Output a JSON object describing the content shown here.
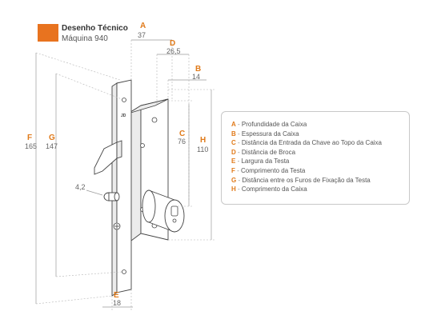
{
  "header": {
    "title": "Desenho Técnico",
    "subtitle": "Máquina 940",
    "accent_color": "#e8731f"
  },
  "dimensions": {
    "A": {
      "letter": "A",
      "value": "37"
    },
    "B": {
      "letter": "B",
      "value": "14"
    },
    "C": {
      "letter": "C",
      "value": "76"
    },
    "D": {
      "letter": "D",
      "value": "26,5"
    },
    "E": {
      "letter": "E",
      "value": "18"
    },
    "F": {
      "letter": "F",
      "value": "165"
    },
    "G": {
      "letter": "G",
      "value": "147"
    },
    "H": {
      "letter": "H",
      "value": "110"
    },
    "latch": {
      "value": "4,2"
    }
  },
  "part_marking": "JD",
  "legend": {
    "items": [
      {
        "letter": "A",
        "separator": "-",
        "text": "Profundidade da Caixa"
      },
      {
        "letter": "B",
        "separator": "-",
        "text": "Espessura da Caixa"
      },
      {
        "letter": "C",
        "separator": "-",
        "text": "Distância da Entrada da Chave ao Topo da Caixa"
      },
      {
        "letter": "D",
        "separator": "-",
        "text": "Distância de Broca"
      },
      {
        "letter": "E",
        "separator": "-",
        "text": "Largura da Testa"
      },
      {
        "letter": "F",
        "separator": "-",
        "text": "Comprimento da Testa"
      },
      {
        "letter": "G",
        "separator": "-",
        "text": "Distância entre os Furos de Fixação da Testa"
      },
      {
        "letter": "H",
        "separator": "-",
        "text": "Comprimento da Caixa"
      }
    ]
  }
}
